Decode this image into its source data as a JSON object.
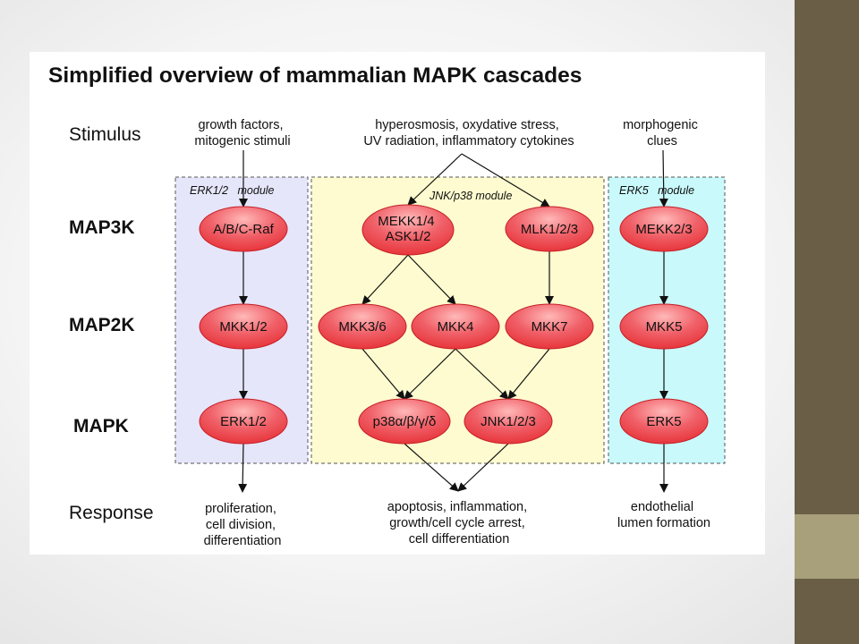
{
  "title": "Simplified overview of mammalian MAPK cascades",
  "row_labels": {
    "stimulus": "Stimulus",
    "map3k": "MAP3K",
    "map2k": "MAP2K",
    "mapk": "MAPK",
    "response": "Response"
  },
  "colors": {
    "sidebar": "#6b5e46",
    "sidebar_accent": "#a8a07a",
    "erk12_module_fill": "#e6e6fb",
    "jnk_p38_module_fill": "#fdfbcf",
    "erk5_module_fill": "#c9f9fb",
    "node_fill": "#e8383e",
    "node_highlight": "#ffb9b9"
  },
  "modules": {
    "erk12": "ERK1/2   module",
    "jnk_p38": "JNK/p38 module",
    "erk5": "ERK5   module"
  },
  "stimuli": {
    "erk12": [
      "growth factors,",
      "mitogenic stimuli"
    ],
    "jnk_p38": [
      "hyperosmosis, oxydative stress,",
      "UV radiation, inflammatory cytokines"
    ],
    "erk5": [
      "morphogenic",
      "clues"
    ]
  },
  "nodes": {
    "raf": [
      "A/B/C-Raf"
    ],
    "mekk14": [
      "MEKK1/4",
      "ASK1/2"
    ],
    "mlk": [
      "MLK1/2/3"
    ],
    "mekk23": [
      "MEKK2/3"
    ],
    "mkk12": [
      "MKK1/2"
    ],
    "mkk36": [
      "MKK3/6"
    ],
    "mkk4": [
      "MKK4"
    ],
    "mkk7": [
      "MKK7"
    ],
    "mkk5": [
      "MKK5"
    ],
    "erk12": [
      "ERK1/2"
    ],
    "p38": [
      "p38α/β/γ/δ"
    ],
    "jnk": [
      "JNK1/2/3"
    ],
    "erk5": [
      "ERK5"
    ]
  },
  "edges": [
    [
      "stimulus-erk12",
      "raf"
    ],
    [
      "stimulus-jnk-p38",
      "mekk14"
    ],
    [
      "stimulus-jnk-p38",
      "mlk"
    ],
    [
      "stimulus-erk5",
      "mekk23"
    ],
    [
      "raf",
      "mkk12"
    ],
    [
      "mekk14",
      "mkk36"
    ],
    [
      "mekk14",
      "mkk4"
    ],
    [
      "mlk",
      "mkk7"
    ],
    [
      "mekk23",
      "mkk5"
    ],
    [
      "mkk12",
      "erk12"
    ],
    [
      "mkk36",
      "p38"
    ],
    [
      "mkk4",
      "p38"
    ],
    [
      "mkk4",
      "jnk"
    ],
    [
      "mkk7",
      "jnk"
    ],
    [
      "mkk5",
      "erk5"
    ],
    [
      "erk12",
      "response-erk12"
    ],
    [
      "p38",
      "response-jnk-p38"
    ],
    [
      "jnk",
      "response-jnk-p38"
    ],
    [
      "erk5",
      "response-erk5"
    ]
  ],
  "responses": {
    "erk12": [
      "proliferation,",
      "cell division,",
      "differentiation"
    ],
    "jnk_p38": [
      "apoptosis, inflammation,",
      "growth/cell cycle arrest,",
      "cell differentiation"
    ],
    "erk5": [
      "endothelial",
      "lumen formation"
    ]
  }
}
